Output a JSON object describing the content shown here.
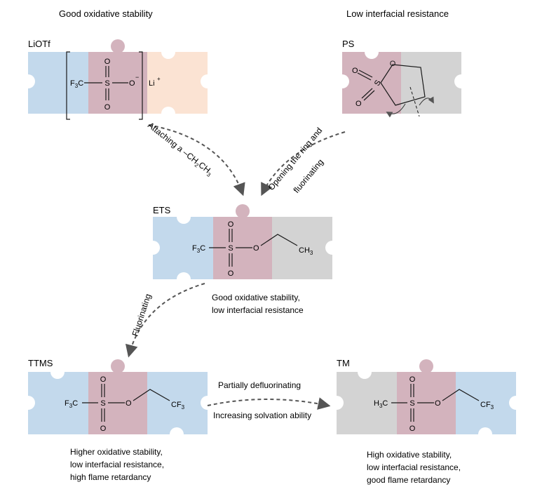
{
  "figure": {
    "top_left_caption": "Good oxidative stability",
    "top_right_caption": "Low interfacial resistance",
    "ets_caption_line1": "Good oxidative stability,",
    "ets_caption_line2": "low interfacial resistance",
    "ttms_caption_line1": "Higher oxidative stability,",
    "ttms_caption_line2": "low interfacial resistance,",
    "ttms_caption_line3": "high flame retardancy",
    "tm_caption_line1": "High oxidative stability,",
    "tm_caption_line2": "low interfacial resistance,",
    "tm_caption_line3": "good flame retardancy"
  },
  "molecules": {
    "liotf": {
      "name": "LiOTf",
      "left_group": "F3C",
      "center_atom": "S",
      "anion_oxygen": "O",
      "charge": "−",
      "counter_ion": "Li",
      "counter_charge": "+"
    },
    "ps": {
      "name": "PS",
      "center_atom": "S",
      "oxygen": "O"
    },
    "ets": {
      "name": "ETS",
      "left_group": "F3C",
      "center_atom": "S",
      "oxygen": "O",
      "right_group": "CH3"
    },
    "ttms": {
      "name": "TTMS",
      "left_group": "F3C",
      "center_atom": "S",
      "oxygen": "O",
      "right_group": "CF3"
    },
    "tm": {
      "name": "TM",
      "left_group": "H3C",
      "center_atom": "S",
      "oxygen": "O",
      "right_group": "CF3"
    }
  },
  "arrows": {
    "liotf_to_ets": "Attaching a –CH2CH3",
    "ps_to_ets_line1": "Opening the ring and",
    "ps_to_ets_line2": "fluorinating",
    "ets_to_ttms": "Fluorinating",
    "ttms_to_tm_top": "Partially defluorinating",
    "ttms_to_tm_bottom": "Increasing solvation ability"
  },
  "colors": {
    "blue": "#c3d9ec",
    "mauve": "#d3b3bd",
    "peach": "#fbe3d3",
    "gray": "#d3d3d3",
    "arrow": "#555555",
    "bond": "#1a1a1a"
  }
}
